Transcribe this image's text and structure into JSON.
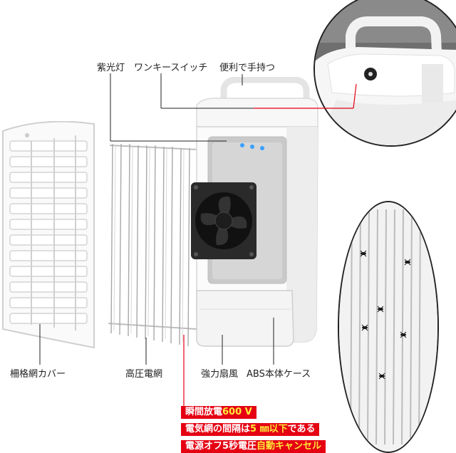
{
  "labels": {
    "uv_lamp": "紫光灯",
    "one_key_switch": "ワンキースイッチ",
    "handle": "便利で手持つ",
    "grille_cover": "柵格網カバー",
    "hv_grid": "高圧電網",
    "fan": "強力扇風",
    "abs_case": "ABS本体ケース"
  },
  "banners": [
    {
      "pre": "瞬間放電",
      "num": "600 V",
      "post": ""
    },
    {
      "pre": "電気網の間隔は",
      "num": "5 ㎜以下",
      "post": "である"
    },
    {
      "pre": "電源オフ5秒電圧",
      "num": "自動キャンセル",
      "post": ""
    }
  ],
  "colors": {
    "banner_bg": "#e50012",
    "banner_highlight": "#ffea3a",
    "leader_line": "#e50012"
  }
}
